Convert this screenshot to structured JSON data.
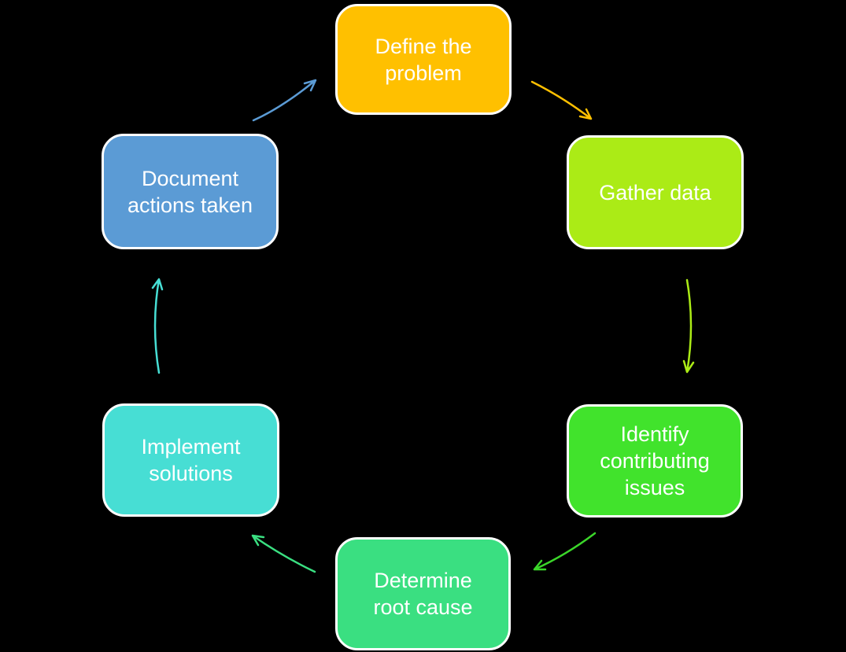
{
  "canvas": {
    "background": "#000000"
  },
  "diagram": {
    "type": "cycle",
    "text_color": "#ffffff",
    "node_border_color": "#ffffff",
    "steps": [
      {
        "id": "define-the-problem",
        "label": "Define the\nproblem",
        "fill": "#FFC000"
      },
      {
        "id": "gather-data",
        "label": "Gather data",
        "fill": "#ABEB16"
      },
      {
        "id": "identify-contributing-issues",
        "label": "Identify\ncontributing\nissues",
        "fill": "#41E32C"
      },
      {
        "id": "determine-root-cause",
        "label": "Determine\nroot cause",
        "fill": "#3ADF81"
      },
      {
        "id": "implement-solutions",
        "label": "Implement\nsolutions",
        "fill": "#47DED4"
      },
      {
        "id": "document-actions-taken",
        "label": "Document\nactions taken",
        "fill": "#5B9BD5"
      }
    ],
    "arrows": [
      {
        "from": "define-the-problem",
        "to": "gather-data",
        "color": "#FFC000"
      },
      {
        "from": "gather-data",
        "to": "identify-contributing-issues",
        "color": "#ABEB16"
      },
      {
        "from": "identify-contributing-issues",
        "to": "determine-root-cause",
        "color": "#3BD62A"
      },
      {
        "from": "determine-root-cause",
        "to": "implement-solutions",
        "color": "#3ADF81"
      },
      {
        "from": "implement-solutions",
        "to": "document-actions-taken",
        "color": "#47DED4"
      },
      {
        "from": "document-actions-taken",
        "to": "define-the-problem",
        "color": "#5B9BD5"
      }
    ]
  }
}
